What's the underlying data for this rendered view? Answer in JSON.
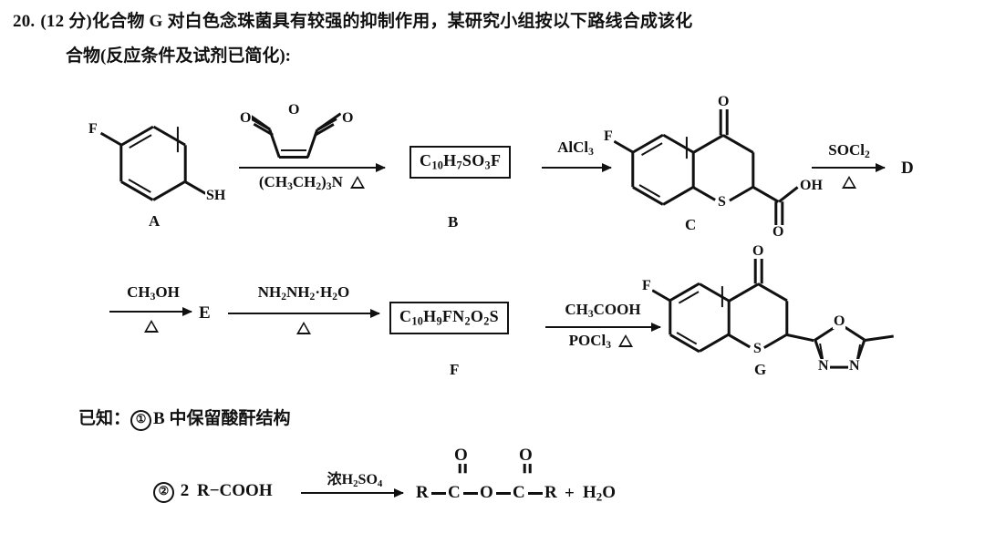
{
  "question": {
    "number": "20.",
    "score": "(12 分)",
    "line1": "化合物 G 对白色念珠菌具有较强的抑制作用，某研究小组按以下路线合成该化",
    "line2": "合物(反应条件及试剂已简化):"
  },
  "scheme": {
    "row1": {
      "compound_a_label": "A",
      "compound_a_substituent_f": "F",
      "compound_a_substituent_sh": "SH",
      "step1_reagent_above": "maleic-anhydride-structure",
      "step1_reagent_below": "(CH₃CH₂)₃N",
      "step1_condition": "Δ",
      "box_b_formula": "C10H7SO3F",
      "box_b_label": "B",
      "step2_reagent": "AlCl₃",
      "compound_c_label": "C",
      "compound_c_atoms": [
        "F",
        "O",
        "S",
        "OH",
        "O"
      ],
      "step3_reagent": "SOCl₂",
      "step3_condition": "Δ",
      "compound_d_label": "D"
    },
    "row2": {
      "step4_reagent": "CH₃OH",
      "step4_condition": "Δ",
      "compound_e_label": "E",
      "step5_reagent": "NH₂NH₂·H₂O",
      "step5_condition": "Δ",
      "box_f_formula": "C10H9FN2O2S",
      "box_f_label": "F",
      "step6_reagent_above": "CH₃COOH",
      "step6_reagent_below": "POCl₃",
      "step6_condition": "Δ",
      "compound_g_label": "G",
      "compound_g_atoms": [
        "F",
        "O",
        "S",
        "O",
        "N",
        "N"
      ]
    }
  },
  "known": {
    "header": "已知：",
    "item1_marker": "①",
    "item1_text": "B 中保留酸酐结构",
    "item2_marker": "②",
    "eq_left_coeff": "2",
    "eq_left": "R−COOH",
    "eq_reagent": "浓H2SO4",
    "eq_right_r1": "R",
    "eq_right_c1": "C",
    "eq_right_o_bridge": "O",
    "eq_right_c2": "C",
    "eq_right_r2": "R",
    "eq_right_plus": "+",
    "eq_right_water": "H2O",
    "eq_carbonyl_o": "O"
  },
  "labels": {
    "atom_f": "F",
    "atom_o": "O",
    "atom_s": "S",
    "atom_n": "N",
    "atom_sh": "SH",
    "atom_oh": "OH"
  }
}
